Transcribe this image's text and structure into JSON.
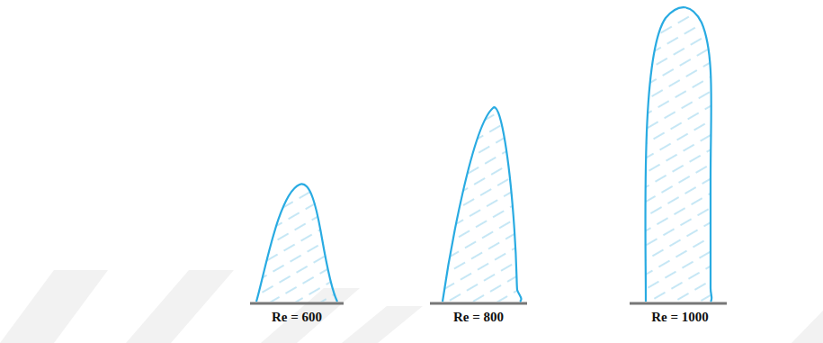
{
  "diagram": {
    "labels": [
      "Re = 600",
      "Re = 800",
      "Re = 1000"
    ]
  }
}
